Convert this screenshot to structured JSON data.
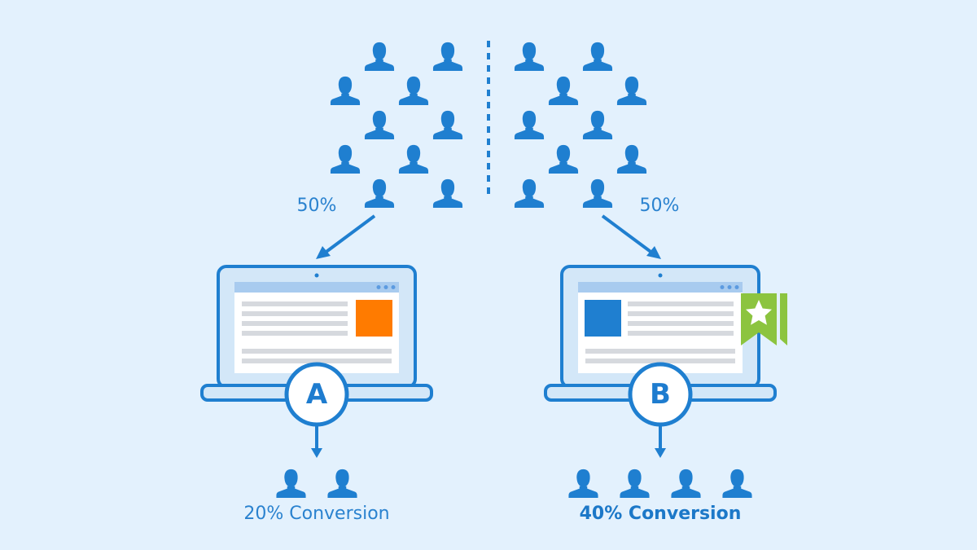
{
  "colors": {
    "background": "#e3f1fd",
    "primary_blue": "#1f7fd0",
    "laptop_fill": "#d3e7f8",
    "browser_bar": "#a8cbef",
    "content_line": "#d6d9de",
    "variant_a_accent": "#ff7b00",
    "variant_b_accent": "#1f7fd0",
    "ribbon_green": "#8cc43f"
  },
  "icons": {
    "user": "user-icon",
    "ribbon": "star-ribbon-icon",
    "arrow": "arrow-icon",
    "divider": "dashed-divider"
  },
  "traffic": {
    "left_share": "50%",
    "right_share": "50%"
  },
  "variants": [
    {
      "letter": "A",
      "result": "20% Conversion",
      "converted_users": 2
    },
    {
      "letter": "B",
      "result": "40% Conversion",
      "converted_users": 4
    }
  ]
}
